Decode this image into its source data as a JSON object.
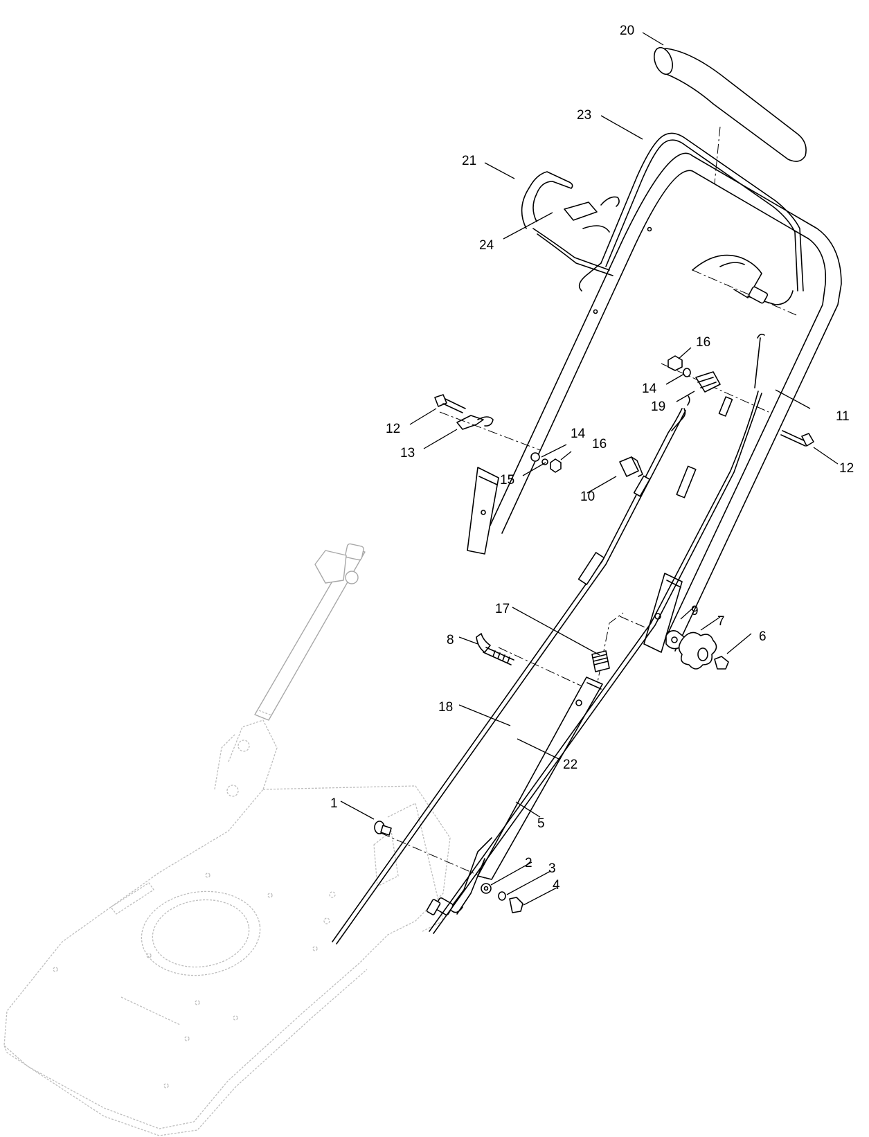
{
  "callouts": [
    {
      "id": "c20a",
      "label": "20"
    },
    {
      "id": "c23",
      "label": "23"
    },
    {
      "id": "c21",
      "label": "21"
    },
    {
      "id": "c24",
      "label": "24"
    },
    {
      "id": "c16a",
      "label": "16"
    },
    {
      "id": "c14a",
      "label": "14"
    },
    {
      "id": "c19",
      "label": "19"
    },
    {
      "id": "c11",
      "label": "11"
    },
    {
      "id": "c12a",
      "label": "12"
    },
    {
      "id": "c13",
      "label": "13"
    },
    {
      "id": "c14b",
      "label": "14"
    },
    {
      "id": "c16b",
      "label": "16"
    },
    {
      "id": "c15",
      "label": "15"
    },
    {
      "id": "c12b",
      "label": "12"
    },
    {
      "id": "c10",
      "label": "10"
    },
    {
      "id": "c17",
      "label": "17"
    },
    {
      "id": "c9",
      "label": "9"
    },
    {
      "id": "c7",
      "label": "7"
    },
    {
      "id": "c6",
      "label": "6"
    },
    {
      "id": "c8",
      "label": "8"
    },
    {
      "id": "c18",
      "label": "18"
    },
    {
      "id": "c22",
      "label": "22"
    },
    {
      "id": "c1",
      "label": "1"
    },
    {
      "id": "c5",
      "label": "5"
    },
    {
      "id": "c2",
      "label": "2"
    },
    {
      "id": "c3",
      "label": "3"
    },
    {
      "id": "c4",
      "label": "4"
    }
  ]
}
